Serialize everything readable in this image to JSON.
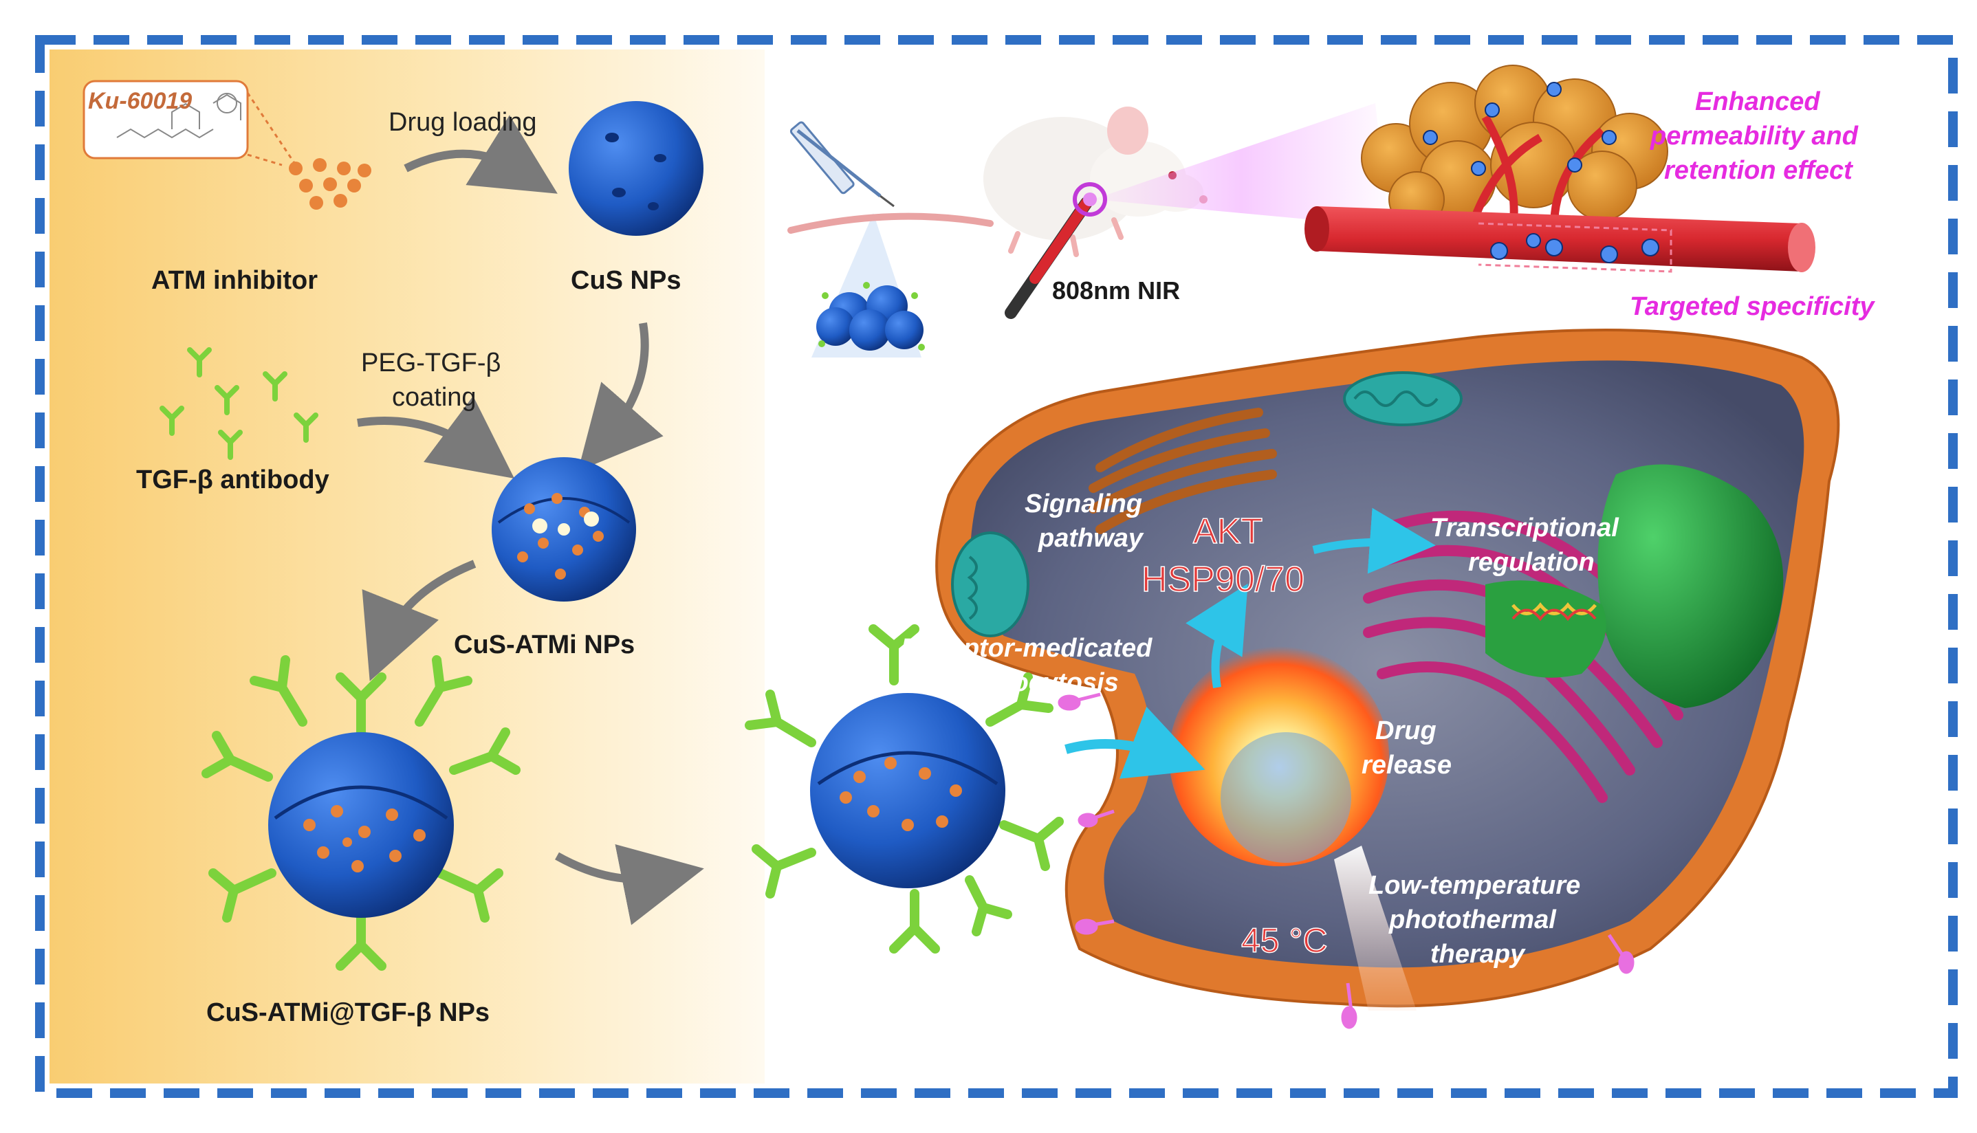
{
  "left_panel": {
    "ku_label": "Ku-60019",
    "drug_loading": "Drug loading",
    "atm_inhibitor": "ATM inhibitor",
    "cus_nps": "CuS NPs",
    "peg_line1": "PEG-TGF-β",
    "peg_line2": "coating",
    "tgf_antibody": "TGF-β antibody",
    "cus_atmi": "CuS-ATMi NPs",
    "cus_atmi_tgf": "CuS-ATMi@TGF-β NPs"
  },
  "right_panel": {
    "nir_label": "808nm NIR",
    "epr_line1": "Enhanced",
    "epr_line2": "permeability and",
    "epr_line3": "retention effect",
    "targeted": "Targeted specificity",
    "signaling_line1": "Signaling",
    "signaling_line2": "pathway",
    "akt": "AKT",
    "hsp": "HSP90/70",
    "transcriptional_line1": "Transcriptional",
    "transcriptional_line2": "regulation",
    "receptor_line1": "Receptor-medicated",
    "receptor_line2": "endocytosis",
    "drug_line1": "Drug",
    "drug_line2": "release",
    "lowtemp_line1": "Low-temperature",
    "lowtemp_line2": "photothermal",
    "lowtemp_line3": "therapy",
    "temperature": "45 °C"
  },
  "colors": {
    "frame_dash": "#2f6fc4",
    "nanoparticle": "#1f5bc4",
    "antibody": "#7cd23c",
    "drug_dot": "#e8843a",
    "cell_membrane": "#e0792d",
    "epr_text": "#e62be0",
    "akt_text": "#e23a3a",
    "vessel": "#d8282f",
    "arrow_cyan": "#2ec4e8",
    "mito": "#2aa9a3",
    "nucleus": "#1f9a3a",
    "er": "#c0287a"
  }
}
